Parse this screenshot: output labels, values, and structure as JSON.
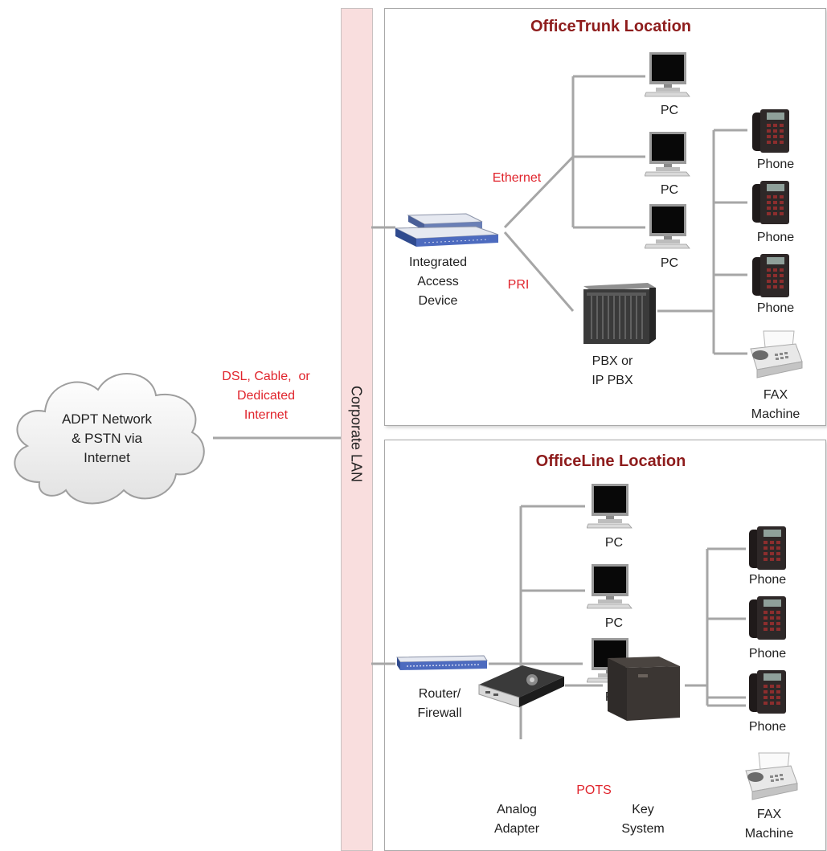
{
  "cloud": {
    "label": "ADPT Network\n& PSTN via\nInternet"
  },
  "wan_link": {
    "label": "DSL, Cable,  or\nDedicated\nInternet"
  },
  "lan": {
    "label": "Corporate LAN"
  },
  "officetrunk": {
    "title": "OfficeTrunk Location",
    "iad_label": "Integrated\nAccess\nDevice",
    "ethernet_label": "Ethernet",
    "pri_label": "PRI",
    "pc_labels": [
      "PC",
      "PC",
      "PC"
    ],
    "pbx_label": "PBX or\nIP PBX",
    "phone_labels": [
      "Phone",
      "Phone",
      "Phone"
    ],
    "fax_label": "FAX\nMachine"
  },
  "officeline": {
    "title": "OfficeLine Location",
    "router_label": "Router/\nFirewall",
    "pc_labels": [
      "PC",
      "PC",
      "PC"
    ],
    "analog_label": "Analog\nAdapter",
    "pots_label": "POTS",
    "key_system_label": "Key\nSystem",
    "phone_labels": [
      "Phone",
      "Phone",
      "Phone"
    ],
    "fax_label": "FAX\nMachine"
  },
  "colors": {
    "title": "#8e1c1c",
    "link_label": "#e0242c",
    "lan_fill": "#f9dede",
    "wire": "#a6a6a6"
  }
}
